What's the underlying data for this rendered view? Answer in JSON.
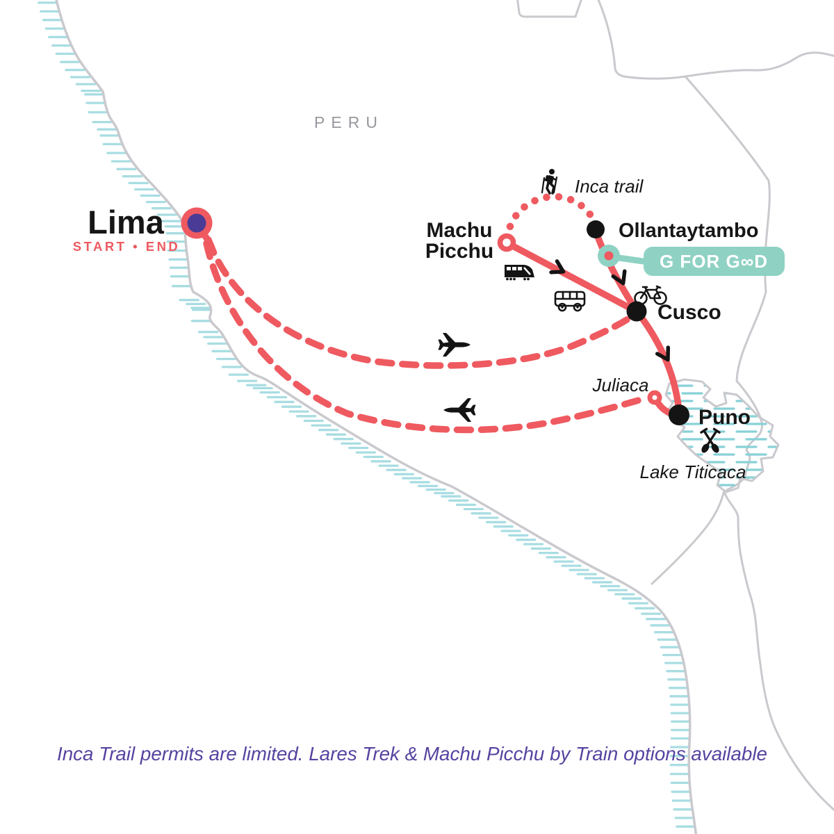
{
  "region_label": "PERU",
  "caption": "Inca Trail permits are limited. Lares Trek & Machu Picchu by Train options available",
  "badge": {
    "label": "G FOR GOOD",
    "display": "G FOR G∞D"
  },
  "cities": {
    "lima": {
      "name": "Lima",
      "sub": "START • END"
    },
    "machu_picchu": {
      "line1": "Machu",
      "line2": "Picchu"
    },
    "ollantaytambo": {
      "name": "Ollantaytambo"
    },
    "cusco": {
      "name": "Cusco"
    },
    "juliaca": {
      "name": "Juliaca"
    },
    "puno": {
      "name": "Puno"
    },
    "lake_titicaca": {
      "name": "Lake Titicaca"
    },
    "inca_trail": {
      "name": "Inca trail"
    }
  },
  "icons": [
    {
      "name": "airplane-icon",
      "glyph": "✈"
    },
    {
      "name": "hiker-icon",
      "glyph": "hiker"
    },
    {
      "name": "train-icon",
      "glyph": "train"
    },
    {
      "name": "bus-icon",
      "glyph": "bus"
    },
    {
      "name": "bicycle-icon",
      "glyph": "bicycle"
    },
    {
      "name": "paddles-icon",
      "glyph": "crossed-paddles"
    },
    {
      "name": "chevron-arrow-icon",
      "glyph": ">"
    }
  ],
  "colors": {
    "route_red": "#EE5A60",
    "teal": "#8FD2C4",
    "purple_marker": "#4A3B97",
    "caption_purple": "#5743A0",
    "gray_border": "#C9C9CE",
    "coast_hatch": "#A8DDE2",
    "lake_hatch": "#87D1D7",
    "peru_gray": "#97979E"
  }
}
